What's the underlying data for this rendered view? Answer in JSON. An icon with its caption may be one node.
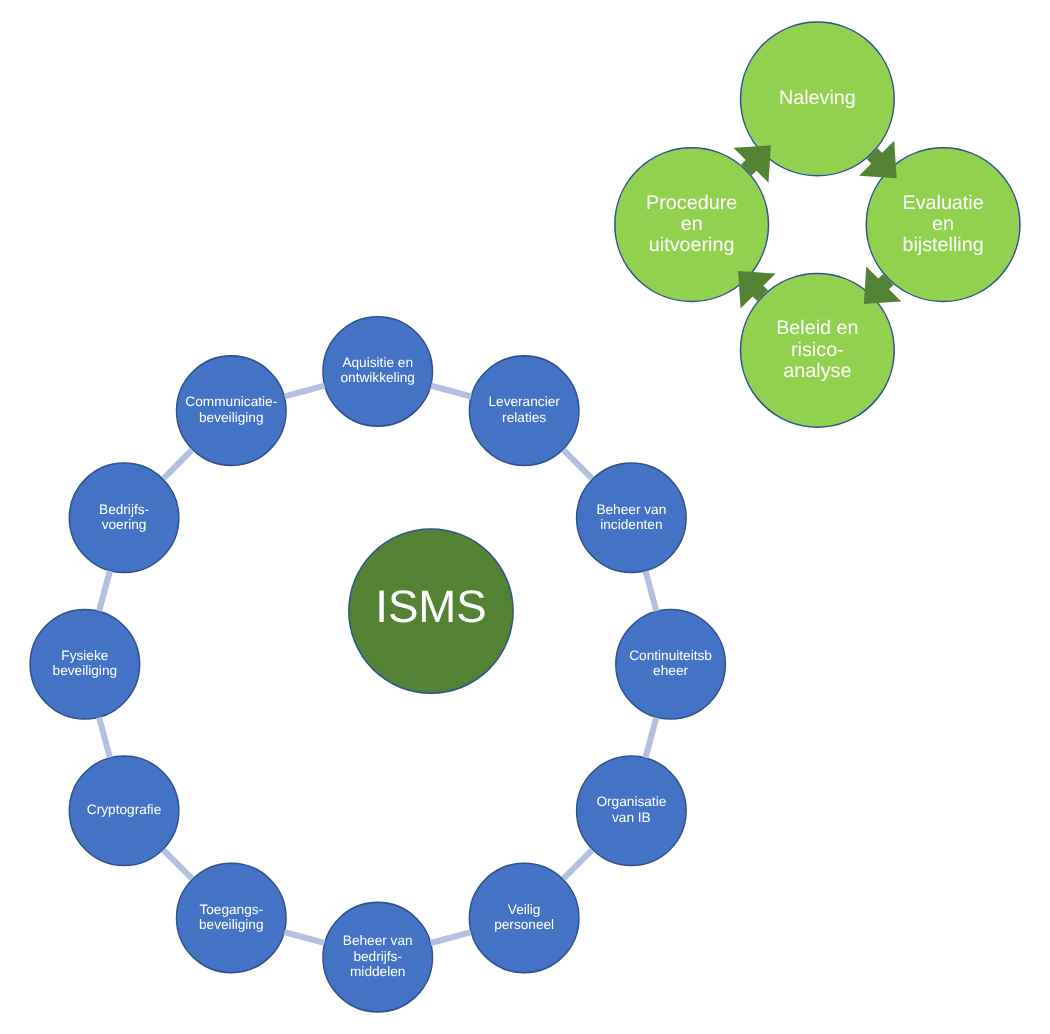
{
  "diagram": {
    "nodes": [
      {
        "text": [
          "Organisatie van IB"
        ]
      },
      {
        "text": [
          "Veilig personeel"
        ]
      },
      {
        "text": [
          "Beheer van bedrijfs-middelen"
        ]
      },
      {
        "text": [
          "Toegangs-beveiliging"
        ]
      },
      {
        "text": [
          "Cryptografie"
        ]
      },
      {
        "text": [
          "Fysieke beveiliging"
        ]
      },
      {
        "text": [
          "Bedrijfs-voering"
        ]
      },
      {
        "text": [
          "Communicatie-beveiliging"
        ]
      },
      {
        "text": [
          "Aquisitie en ontwikkeling"
        ]
      },
      {
        "text": [
          "Leverancier relaties"
        ]
      },
      {
        "text": [
          "Beheer van incidenten"
        ]
      },
      {
        "text": [
          "Continuiteitsb eheer"
        ]
      },
      {
        "text": [
          "Beleid en risico-analyse"
        ]
      },
      {
        "text": [
          "Procedure en uitvoering"
        ]
      },
      {
        "text": [
          "Naleving"
        ]
      },
      {
        "text": [
          "Evaluatie en bijstelling"
        ]
      },
      {
        "text": [
          "ISMS"
        ]
      }
    ],
    "edges": [
      {
        "from": 0,
        "to": 1,
        "arrow": "none"
      },
      {
        "from": 1,
        "to": 2,
        "arrow": "none"
      },
      {
        "from": 2,
        "to": 3,
        "arrow": "none"
      },
      {
        "from": 3,
        "to": 4,
        "arrow": "none"
      },
      {
        "from": 4,
        "to": 5,
        "arrow": "none"
      },
      {
        "from": 5,
        "to": 6,
        "arrow": "none"
      },
      {
        "from": 6,
        "to": 7,
        "arrow": "none"
      },
      {
        "from": 7,
        "to": 8,
        "arrow": "none"
      },
      {
        "from": 8,
        "to": 9,
        "arrow": "none"
      },
      {
        "from": 9,
        "to": 10,
        "arrow": "none"
      },
      {
        "from": 10,
        "to": 11,
        "arrow": "none"
      },
      {
        "from": 11,
        "to": 0,
        "arrow": "none"
      },
      {
        "from": 12,
        "to": 13,
        "arrow": "to",
        "style": "thick",
        "color": "#548235"
      },
      {
        "from": 13,
        "to": 14,
        "arrow": "to",
        "style": "thick",
        "color": "#548235"
      },
      {
        "from": 14,
        "to": 15,
        "arrow": "to",
        "style": "thick",
        "color": "#548235"
      },
      {
        "from": 15,
        "to": 12,
        "arrow": "to",
        "style": "thick",
        "color": "#548235"
      }
    ]
  }
}
